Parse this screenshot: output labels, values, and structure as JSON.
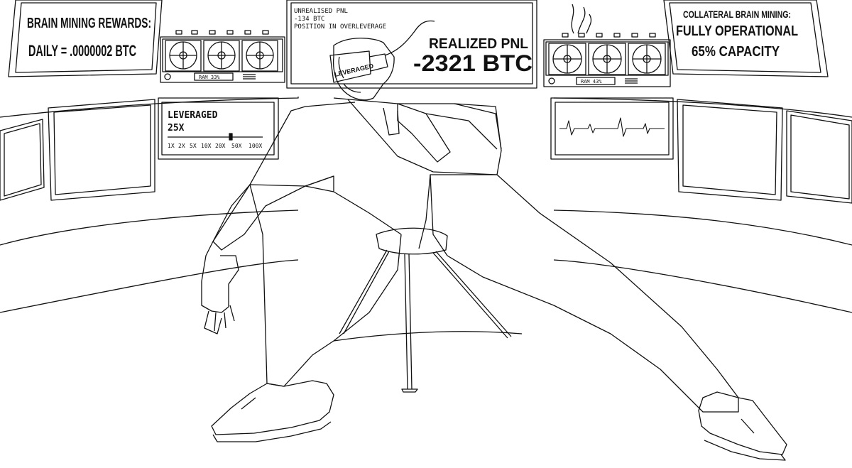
{
  "panels": {
    "brain_rewards": {
      "title": "BRAIN MINING REWARDS:",
      "daily": "DAILY = .0000002 BTC"
    },
    "pnl": {
      "unrealised_label": "UNREALISED PNL",
      "unrealised_value": "-134 BTC",
      "position_status": "POSITION IN OVERLEVERAGE",
      "realized_label": "REALIZED PNL",
      "realized_value": "-2321 BTC"
    },
    "collateral": {
      "title": "COLLATERAL BRAIN MINING:",
      "status": "FULLY OPERATIONAL",
      "capacity": "65% CAPACITY"
    },
    "leverage": {
      "title": "LEVERAGED",
      "value": "25X",
      "ticks": [
        "1X",
        "2X",
        "5X",
        "10X",
        "20X",
        "50X",
        "100X"
      ]
    },
    "miner_left": {
      "ram_label": "RAM 33%"
    },
    "miner_right": {
      "ram_label": "RAM 43%"
    },
    "headset": {
      "label": "LEVERAGED"
    }
  },
  "colors": {
    "line": "#111111",
    "background": "#ffffff"
  }
}
